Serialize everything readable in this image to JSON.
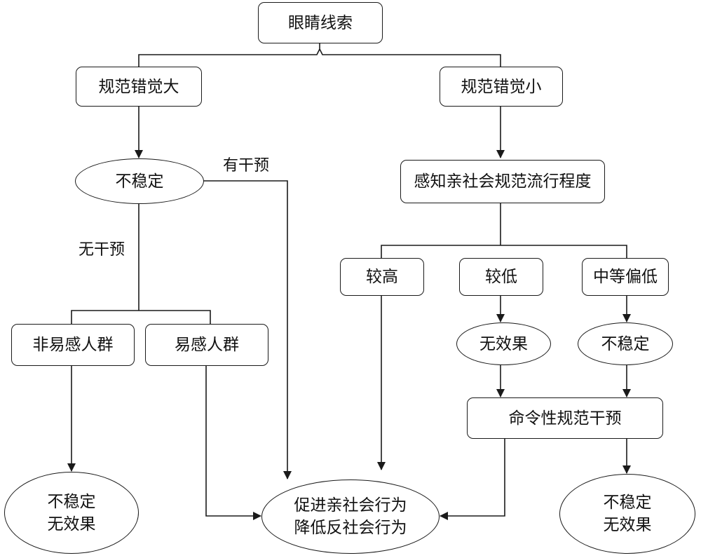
{
  "nodes": {
    "root": "眼睛线索",
    "big_illusion": "规范错觉大",
    "small_illusion": "规范错觉小",
    "unstable_top": "不稳定",
    "perceived_norm": "感知亲社会规范流行程度",
    "higher": "较高",
    "lower": "较低",
    "mid_low": "中等偏低",
    "non_susceptible": "非易感人群",
    "susceptible": "易感人群",
    "no_effect_mid": "无效果",
    "unstable_mid": "不稳定",
    "injunctive": "命令性规范干预",
    "outcome_left": [
      "不稳定",
      "无效果"
    ],
    "outcome_center": [
      "促进亲社会行为",
      "降低反社会行为"
    ],
    "outcome_right": [
      "不稳定",
      "无效果"
    ]
  },
  "labels": {
    "with_intervention": "有干预",
    "no_intervention": "无干预"
  },
  "colors": {
    "stroke": "#1a1a1a",
    "text": "#111111",
    "background": "#ffffff"
  }
}
